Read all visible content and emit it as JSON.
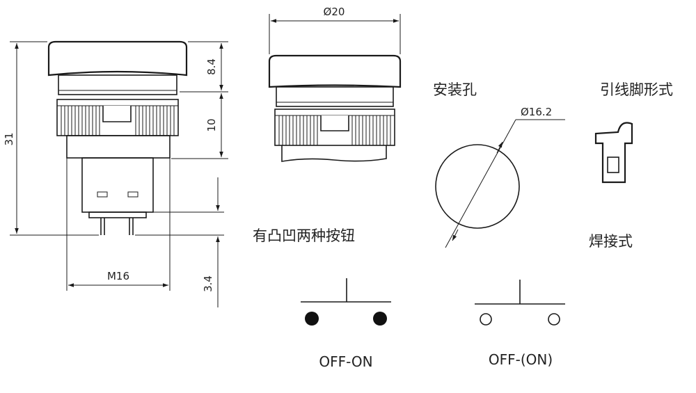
{
  "dimensions": {
    "diameter_20": "Ø20",
    "height_8_4": "8.4",
    "height_10": "10",
    "height_31": "31",
    "thread_m16": "M16",
    "pin_3_4": "3.4",
    "hole_16_2": "Ø16.2"
  },
  "labels": {
    "mounting_hole": "安装孔",
    "lead_type": "引线脚形式",
    "button_types": "有凸凹两种按钮",
    "solder_type": "焊接式"
  },
  "switch_states": {
    "left": "OFF-ON",
    "right": "OFF-(ON)"
  }
}
